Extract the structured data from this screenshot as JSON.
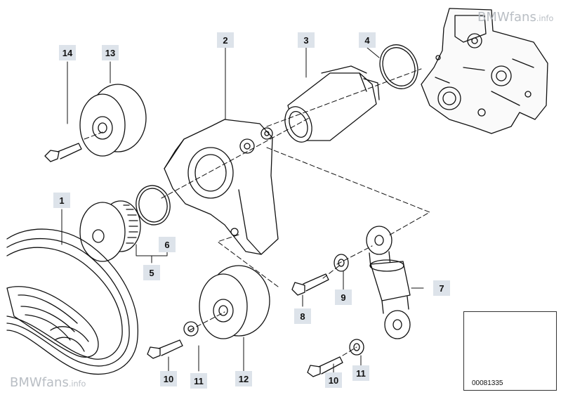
{
  "watermark_top": {
    "brand": "BMWfans",
    "suffix": ".info"
  },
  "watermark_bottom": {
    "brand": "BMWfans",
    "suffix": ".info"
  },
  "callouts": {
    "c1": "1",
    "c2": "2",
    "c3": "3",
    "c4": "4",
    "c5": "5",
    "c6": "6",
    "c7": "7",
    "c8": "8",
    "c9": "9",
    "c10a": "10",
    "c10b": "10",
    "c11a": "11",
    "c11b": "11",
    "c12": "12",
    "c13": "13",
    "c14": "14"
  },
  "thumbnail": {
    "code": "00081335"
  },
  "colors": {
    "callout_bg": "#dde3ea",
    "line": "#111111",
    "watermark": "#b9bec4"
  }
}
